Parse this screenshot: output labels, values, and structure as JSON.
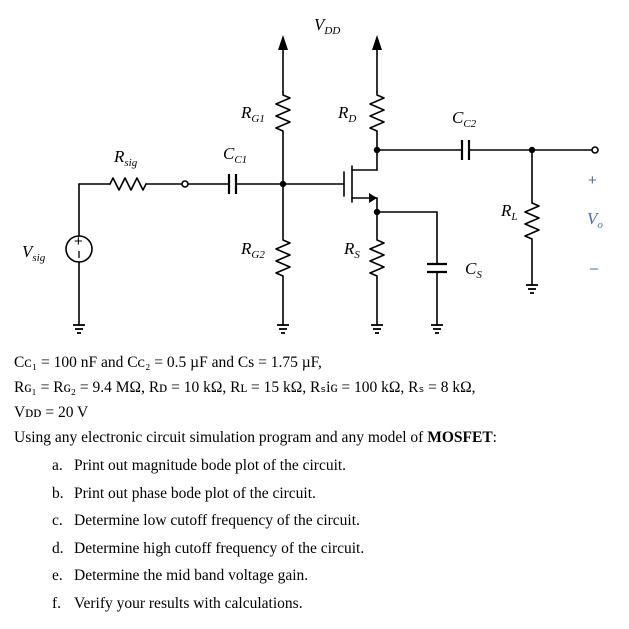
{
  "circuit": {
    "labels": {
      "vdd": {
        "main": "V",
        "sub": "DD"
      },
      "rg1": {
        "main": "R",
        "sub": "G1"
      },
      "rd": {
        "main": "R",
        "sub": "D"
      },
      "cc2": {
        "main": "C",
        "sub": "C2"
      },
      "rsig": {
        "main": "R",
        "sub": "sig"
      },
      "cc1": {
        "main": "C",
        "sub": "C1"
      },
      "rl": {
        "main": "R",
        "sub": "L"
      },
      "vsig": {
        "main": "V",
        "sub": "sig"
      },
      "rg2": {
        "main": "R",
        "sub": "G2"
      },
      "rs": {
        "main": "R",
        "sub": "S"
      },
      "cs": {
        "main": "C",
        "sub": "S"
      },
      "vo": {
        "main": "V",
        "sub": "o"
      },
      "plus": "+",
      "minus": "–"
    }
  },
  "problem": {
    "line1": "Cᴄ₁ = 100 nF and Cᴄ₂ = 0.5 µF and Cs = 1.75 µF,",
    "line2": "Rɢ₁ = Rɢ₂ = 9.4 MΩ, Rᴅ = 10 kΩ, Rʟ = 15 kΩ, Rₛiɢ = 100 kΩ, Rₛ = 8 kΩ,",
    "line3": "Vᴅᴅ = 20 V",
    "intro": "Using any electronic circuit simulation program and any model of ",
    "intro_bold": "MOSFET",
    "intro_end": ":",
    "tasks": [
      {
        "marker": "a.",
        "text": "Print out magnitude bode plot of the circuit."
      },
      {
        "marker": "b.",
        "text": "Print out phase bode plot of the circuit."
      },
      {
        "marker": "c.",
        "text": "Determine low cutoff frequency of the circuit."
      },
      {
        "marker": "d.",
        "text": "Determine high cutoff frequency of the circuit."
      },
      {
        "marker": "e.",
        "text": "Determine the mid band voltage gain."
      },
      {
        "marker": "f.",
        "text": "Verify your results with calculations."
      }
    ]
  }
}
